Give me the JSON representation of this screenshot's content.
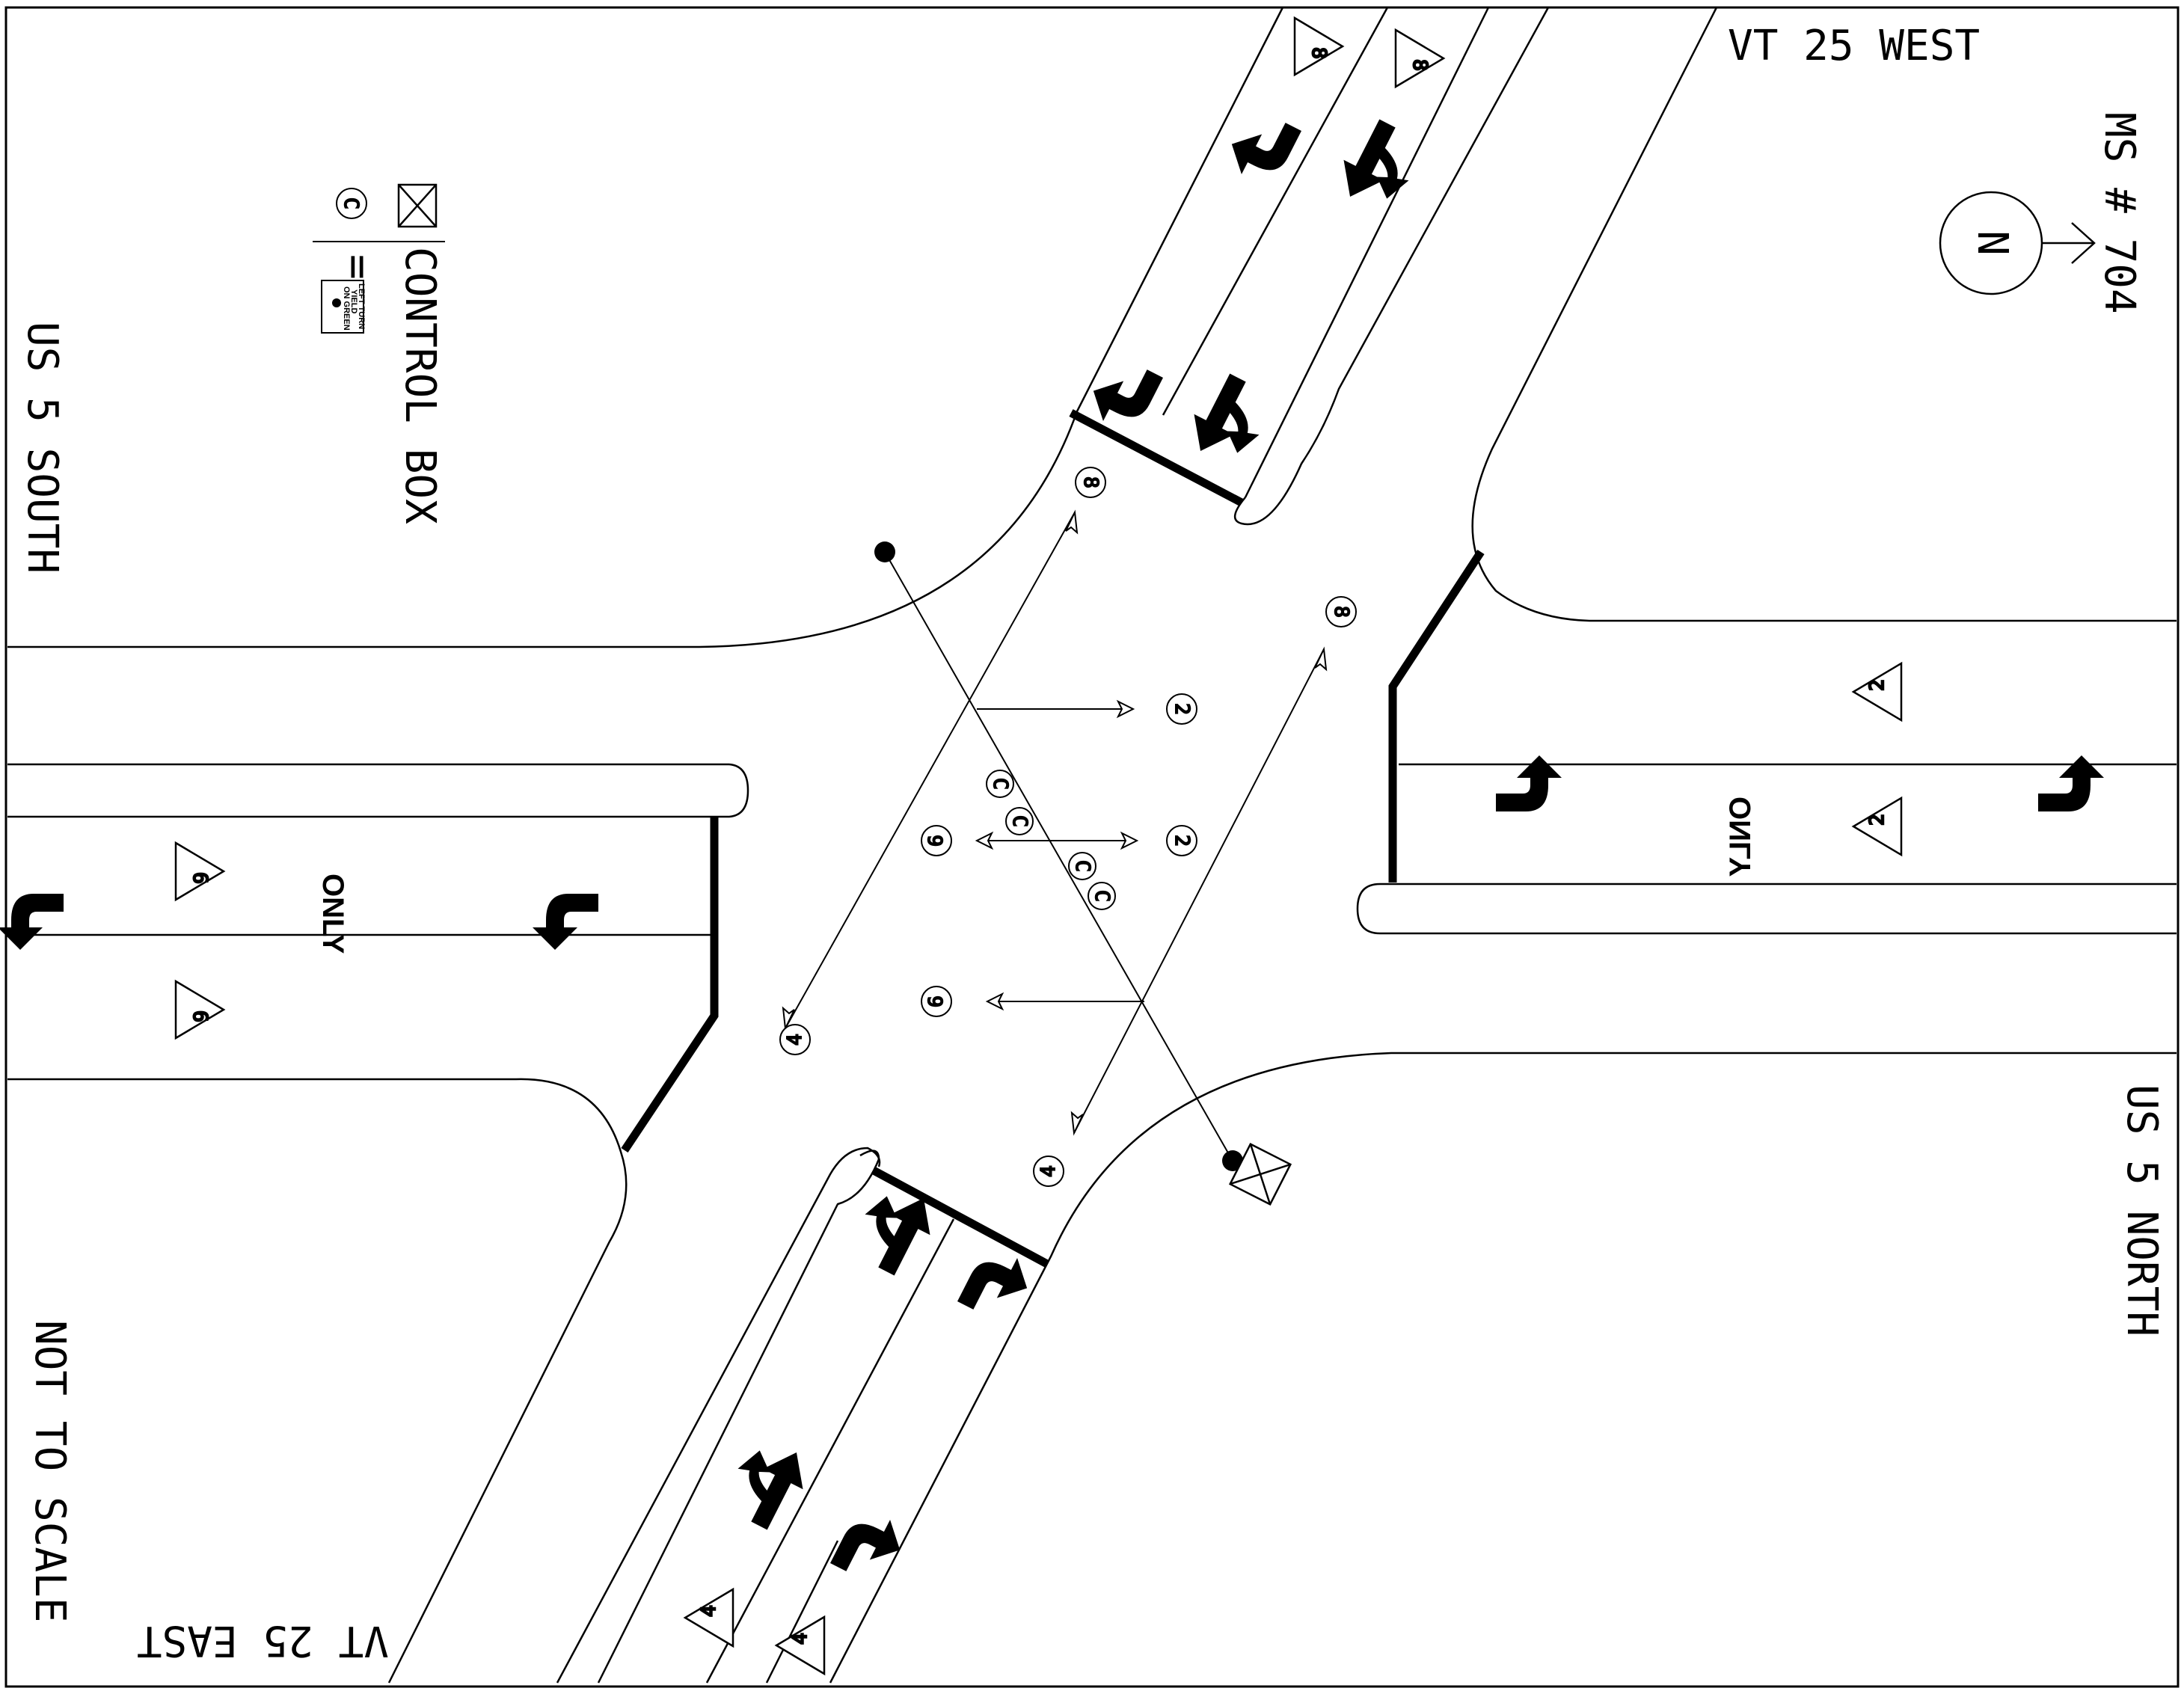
{
  "labels": {
    "vt25_west": "VT 25 WEST",
    "vt25_east": "VT 25 EAST",
    "us5_south": "US 5 SOUTH",
    "us5_north": "US 5 NORTH",
    "ms_number": "MS # 704",
    "not_to_scale": "NOT TO SCALE",
    "north": "N"
  },
  "legend": {
    "control_box": "CONTROL BOX",
    "equals": "=",
    "conflict_symbol": "C",
    "sign_text": [
      "LEFT TURN",
      "YIELD",
      "ON GREEN"
    ]
  },
  "lane_markings": {
    "only_word": "ONLY"
  },
  "signal_heads": {
    "phase_2": "2",
    "phase_4": "4",
    "phase_6": "6",
    "phase_8": "8",
    "conflict": "C"
  }
}
